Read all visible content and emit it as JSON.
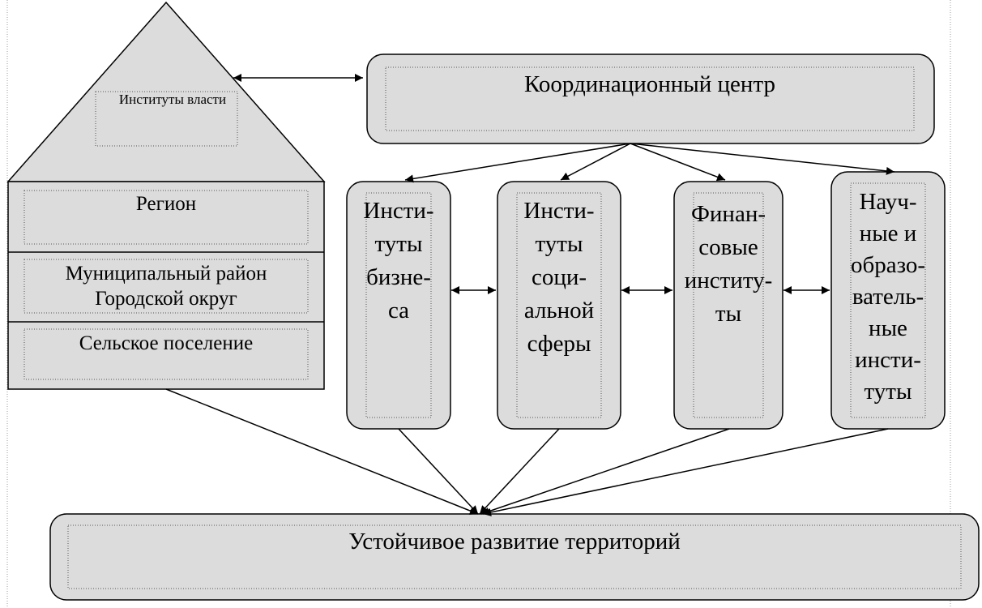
{
  "diagram": {
    "power": {
      "label": "Институты власти"
    },
    "coordination_center": {
      "label": "Координационный центр"
    },
    "levels": {
      "region": "Регион",
      "municipal": "Муниципальный район\nГородской округ",
      "rural": "Сельское поселение"
    },
    "institutions": {
      "business": "Инсти-\nтуты\nбизне-\nса",
      "social": "Инсти-\nтуты\nсоци-\nальной\nсферы",
      "finance": "Финан-\nсовые\nинститу-\nты",
      "science": "Науч-\nные и\nобразо-\nватель-\nные\nинсти-\nтуты"
    },
    "sustainable": {
      "label": "Устойчивое развитие территорий"
    }
  },
  "colors": {
    "fill": "#dcdcdc",
    "stroke": "#000000",
    "background": "#ffffff"
  }
}
